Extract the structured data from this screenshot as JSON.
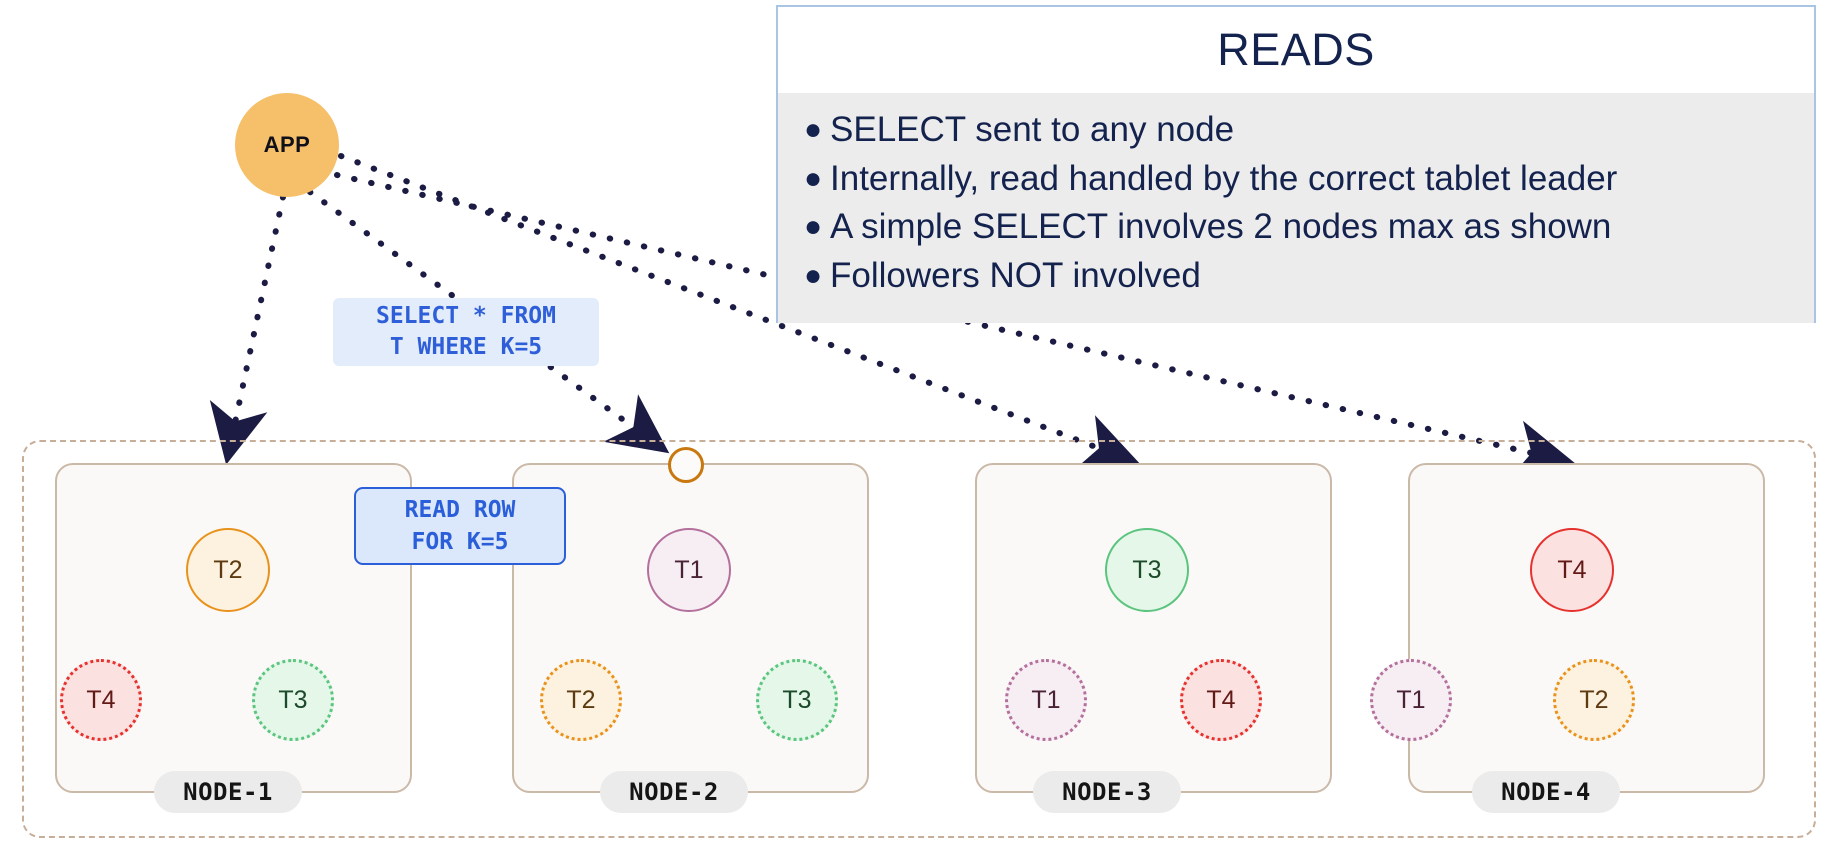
{
  "app": {
    "label": "APP"
  },
  "reads_panel": {
    "title": "READS",
    "bullet_glyph": "●",
    "items": [
      "SELECT sent to any node",
      "Internally, read handled by the correct tablet leader",
      "A simple SELECT involves 2 nodes max as shown",
      "Followers NOT involved"
    ]
  },
  "sql_callout": {
    "line1": "SELECT * FROM",
    "line2": "T WHERE K=5"
  },
  "read_callout": {
    "line1": "READ ROW",
    "line2": "FOR K=5"
  },
  "nodes": [
    {
      "label": "NODE-1",
      "leader": {
        "name": "T2",
        "color": "orange"
      },
      "followers": [
        {
          "name": "T4",
          "color": "red"
        },
        {
          "name": "T3",
          "color": "green"
        }
      ]
    },
    {
      "label": "NODE-2",
      "leader": {
        "name": "T1",
        "color": "purple"
      },
      "followers": [
        {
          "name": "T2",
          "color": "orange"
        },
        {
          "name": "T3",
          "color": "green"
        }
      ]
    },
    {
      "label": "NODE-3",
      "leader": {
        "name": "T3",
        "color": "green"
      },
      "followers": [
        {
          "name": "T1",
          "color": "purple"
        },
        {
          "name": "T4",
          "color": "red"
        }
      ]
    },
    {
      "label": "NODE-4",
      "leader": {
        "name": "T4",
        "color": "red"
      },
      "followers": [
        {
          "name": "T1",
          "color": "purple"
        },
        {
          "name": "T2",
          "color": "orange"
        }
      ]
    }
  ],
  "colors": {
    "app_fill": "#f5c069",
    "leader_orange": "#e8921c",
    "leader_purple": "#b4709c",
    "leader_green": "#5bc47e",
    "leader_red": "#e6322e",
    "node_border": "#cbb9a8",
    "cluster_border": "#c6ae99",
    "callout_blue": "#2b5fd9",
    "panel_border": "#a9c5e3",
    "panel_body": "#ececec",
    "panel_text": "#14224e",
    "arrow_dotted": "#1b1b44",
    "arrow_solid": "#5a93e0"
  }
}
